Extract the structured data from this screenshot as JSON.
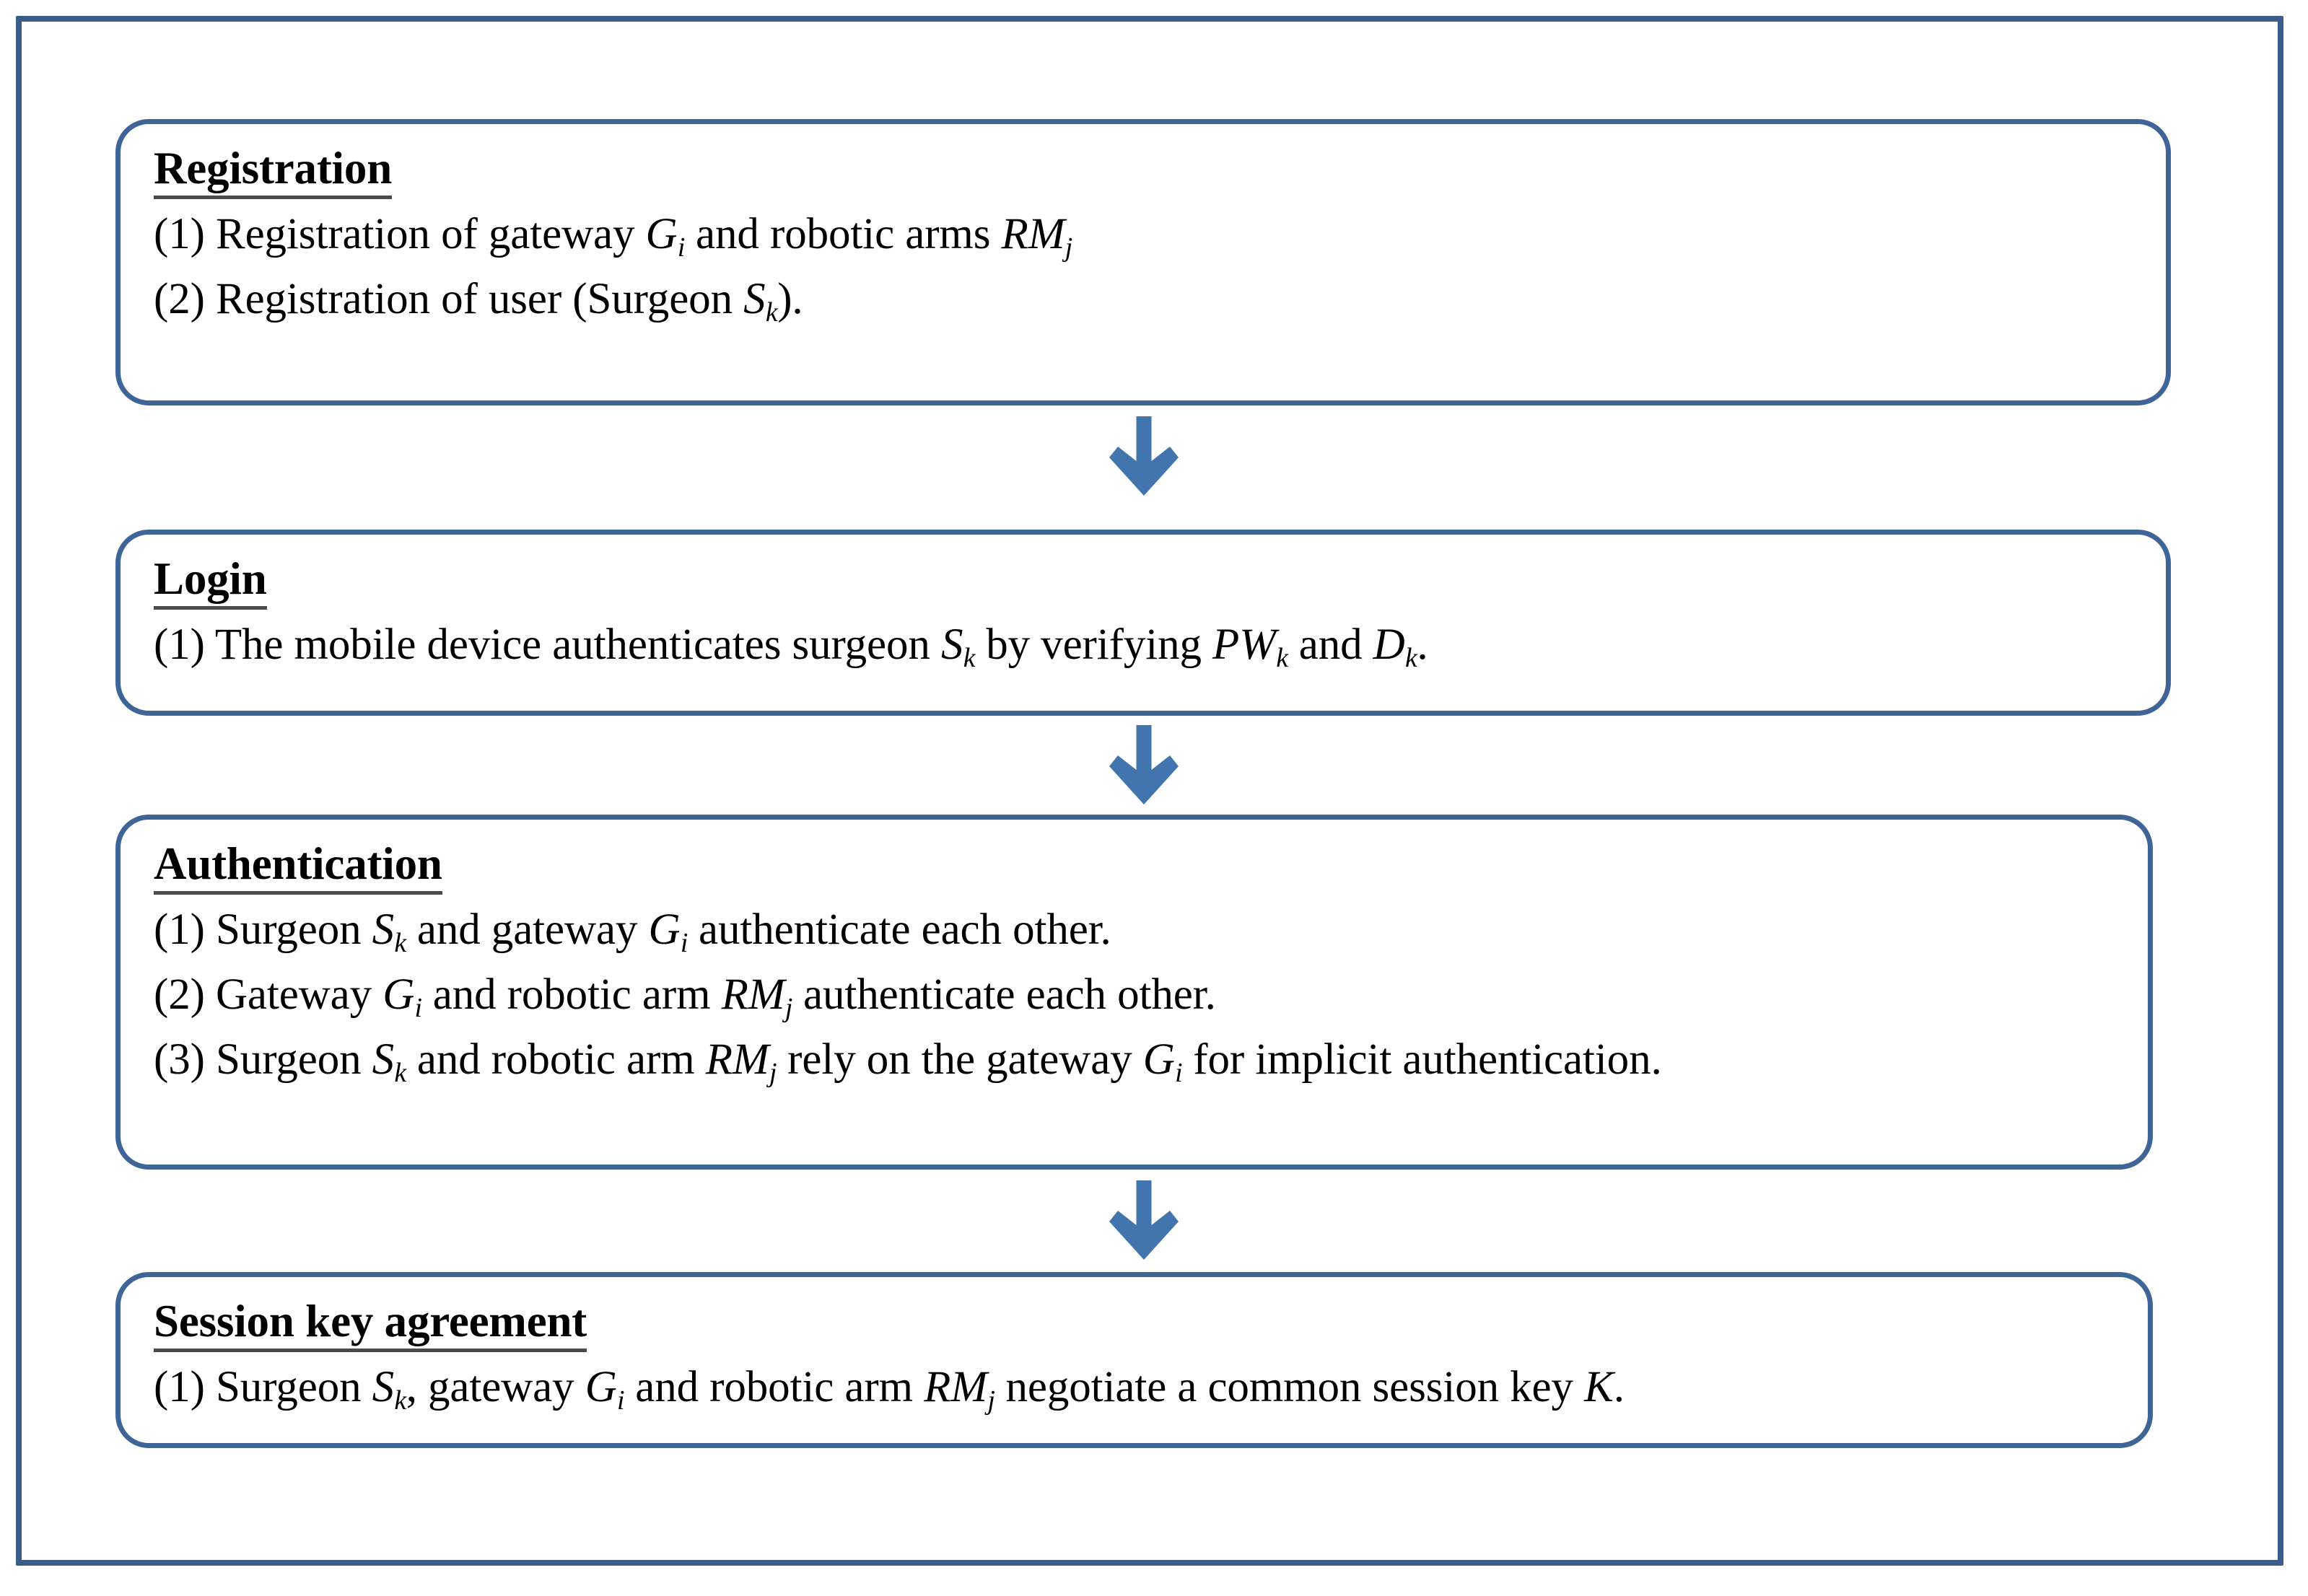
{
  "diagram": {
    "title": "Authentication protocol phase flow",
    "colors": {
      "outer_frame": "#3c5c8c",
      "box_border": "#3f6498",
      "arrow": "#4275ad",
      "title_underline": "#4a4a4a",
      "text": "#000000",
      "background": "#ffffff"
    },
    "stages": [
      {
        "id": "registration",
        "title": "Registration",
        "lines": [
          {
            "number": "(1)",
            "segments": [
              {
                "t": "text",
                "v": "(1) Registration of gateway "
              },
              {
                "t": "var",
                "v": "G",
                "sub": "i"
              },
              {
                "t": "text",
                "v": " and robotic arms "
              },
              {
                "t": "var",
                "v": "RM",
                "sub": "j"
              }
            ],
            "plain": "(1) Registration of gateway Gi and robotic arms RMj"
          },
          {
            "number": "(2)",
            "segments": [
              {
                "t": "text",
                "v": "(2) Registration of user (Surgeon "
              },
              {
                "t": "var",
                "v": "S",
                "sub": "k"
              },
              {
                "t": "text",
                "v": ")."
              }
            ],
            "plain": "(2) Registration of user (Surgeon Sk)."
          }
        ]
      },
      {
        "id": "login",
        "title": "Login",
        "lines": [
          {
            "number": "(1)",
            "segments": [
              {
                "t": "text",
                "v": "(1) The mobile device authenticates  surgeon "
              },
              {
                "t": "var",
                "v": "S",
                "sub": "k"
              },
              {
                "t": "text",
                "v": " by verifying "
              },
              {
                "t": "var",
                "v": "PW",
                "sub": "k"
              },
              {
                "t": "text",
                "v": "  and "
              },
              {
                "t": "var",
                "v": "D",
                "sub": "k"
              },
              {
                "t": "text",
                "v": "."
              }
            ],
            "plain": "(1) The mobile device authenticates surgeon Sk by verifying PWk and Dk."
          }
        ]
      },
      {
        "id": "authentication",
        "title": "Authentication",
        "lines": [
          {
            "number": "(1)",
            "segments": [
              {
                "t": "text",
                "v": "(1) Surgeon "
              },
              {
                "t": "var",
                "v": "S",
                "sub": "k"
              },
              {
                "t": "text",
                "v": " and gateway "
              },
              {
                "t": "var",
                "v": "G",
                "sub": "i"
              },
              {
                "t": "text",
                "v": " authenticate  each other."
              }
            ],
            "plain": "(1) Surgeon Sk and gateway Gi authenticate each other."
          },
          {
            "number": "(2)",
            "segments": [
              {
                "t": "text",
                "v": "(2) Gateway "
              },
              {
                "t": "var",
                "v": "G",
                "sub": "i"
              },
              {
                "t": "text",
                "v": " and robotic arm "
              },
              {
                "t": "var",
                "v": "RM",
                "sub": "j"
              },
              {
                "t": "text",
                "v": " authenticate each other."
              }
            ],
            "plain": "(2) Gateway Gi and robotic arm RMj authenticate each other."
          },
          {
            "number": "(3)",
            "segments": [
              {
                "t": "text",
                "v": "(3) Surgeon "
              },
              {
                "t": "var",
                "v": "S",
                "sub": "k"
              },
              {
                "t": "text",
                "v": " and robotic arm "
              },
              {
                "t": "var",
                "v": "RM",
                "sub": "j"
              },
              {
                "t": "text",
                "v": " rely on the gateway "
              },
              {
                "t": "var",
                "v": "G",
                "sub": "i"
              },
              {
                "t": "text",
                "v": " for implicit authentication."
              }
            ],
            "plain": "(3) Surgeon Sk and robotic arm RMj rely on the gateway Gi for implicit authentication."
          }
        ]
      },
      {
        "id": "session",
        "title": "Session key agreement",
        "lines": [
          {
            "number": "(1)",
            "segments": [
              {
                "t": "text",
                "v": "(1) Surgeon "
              },
              {
                "t": "var",
                "v": "S",
                "sub": "k"
              },
              {
                "t": "text",
                "v": ", gateway "
              },
              {
                "t": "var",
                "v": "G",
                "sub": "i"
              },
              {
                "t": "text",
                "v": " and robotic arm "
              },
              {
                "t": "var",
                "v": "RM",
                "sub": "j"
              },
              {
                "t": "text",
                "v": " negotiate a common  session key "
              },
              {
                "t": "var",
                "v": "K",
                "sub": ""
              },
              {
                "t": "text",
                "v": "."
              }
            ],
            "plain": "(1) Surgeon Sk, gateway Gi and robotic arm RMj negotiate a common session key K."
          }
        ]
      }
    ],
    "arrows": [
      {
        "id": "arrow-1",
        "from": "registration",
        "to": "login",
        "direction": "down"
      },
      {
        "id": "arrow-2",
        "from": "login",
        "to": "authentication",
        "direction": "down"
      },
      {
        "id": "arrow-3",
        "from": "authentication",
        "to": "session",
        "direction": "down"
      }
    ]
  }
}
